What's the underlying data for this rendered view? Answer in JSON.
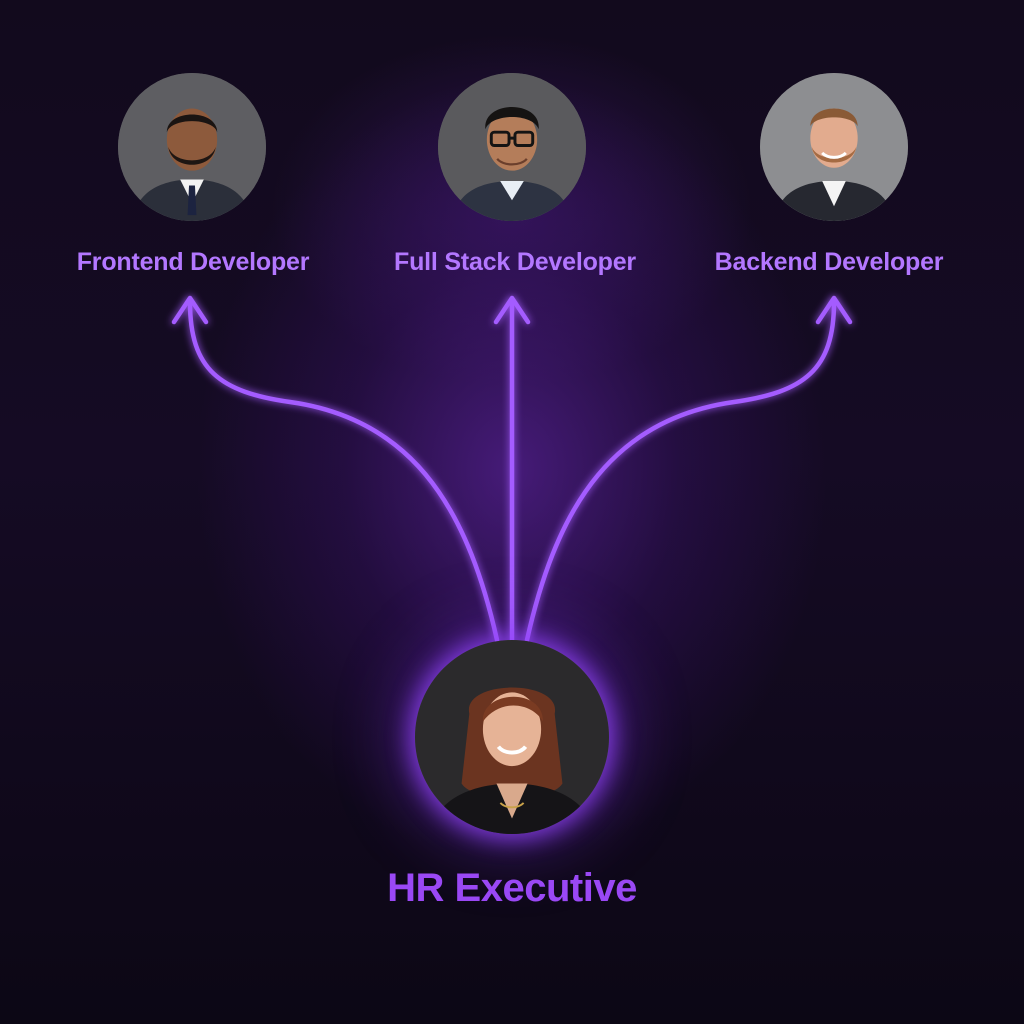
{
  "diagram": {
    "root": {
      "label": "HR Executive",
      "icon": "person-avatar-icon"
    },
    "children": [
      {
        "label": "Frontend Developer",
        "icon": "person-avatar-icon"
      },
      {
        "label": "Full Stack Developer",
        "icon": "person-avatar-icon"
      },
      {
        "label": "Backend Developer",
        "icon": "person-avatar-icon"
      }
    ],
    "colors": {
      "background": "#120a1d",
      "accent": "#a45cff",
      "child_label": "#b377ff",
      "root_label": "#9a48f5"
    }
  }
}
